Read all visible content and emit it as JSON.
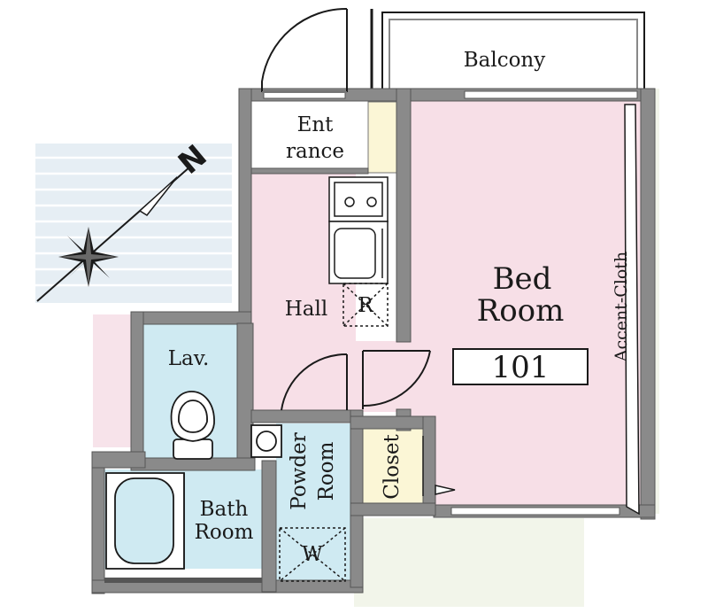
{
  "labels": {
    "balcony": "Balcony",
    "entrance_1": "Ent",
    "entrance_2": "rance",
    "hall": "Hall",
    "fridge": "R",
    "bed_1": "Bed",
    "bed_2": "Room",
    "room_number": "101",
    "accent": "Accent-Cloth",
    "lav": "Lav.",
    "bath_1": "Bath",
    "bath_2": "Room",
    "powder_1": "Powder",
    "powder_2": "Room",
    "washer": "W",
    "closet": "Closet",
    "compass_north": "N"
  },
  "colors": {
    "wall": "#8a8a8a",
    "wall_edge": "#555555",
    "bedroom": "#f7dfe7",
    "hall": "#f7dfe7",
    "wet_area": "#cfeaf2",
    "entrance": "#ffffff",
    "closet": "#fbf6d6",
    "balcony": "#ffffff",
    "compass_bg": "#e6eef4",
    "compass_line": "#c8d6e0",
    "outdoor_floor": "#f2f5ea",
    "ink": "#1a1a1a"
  }
}
